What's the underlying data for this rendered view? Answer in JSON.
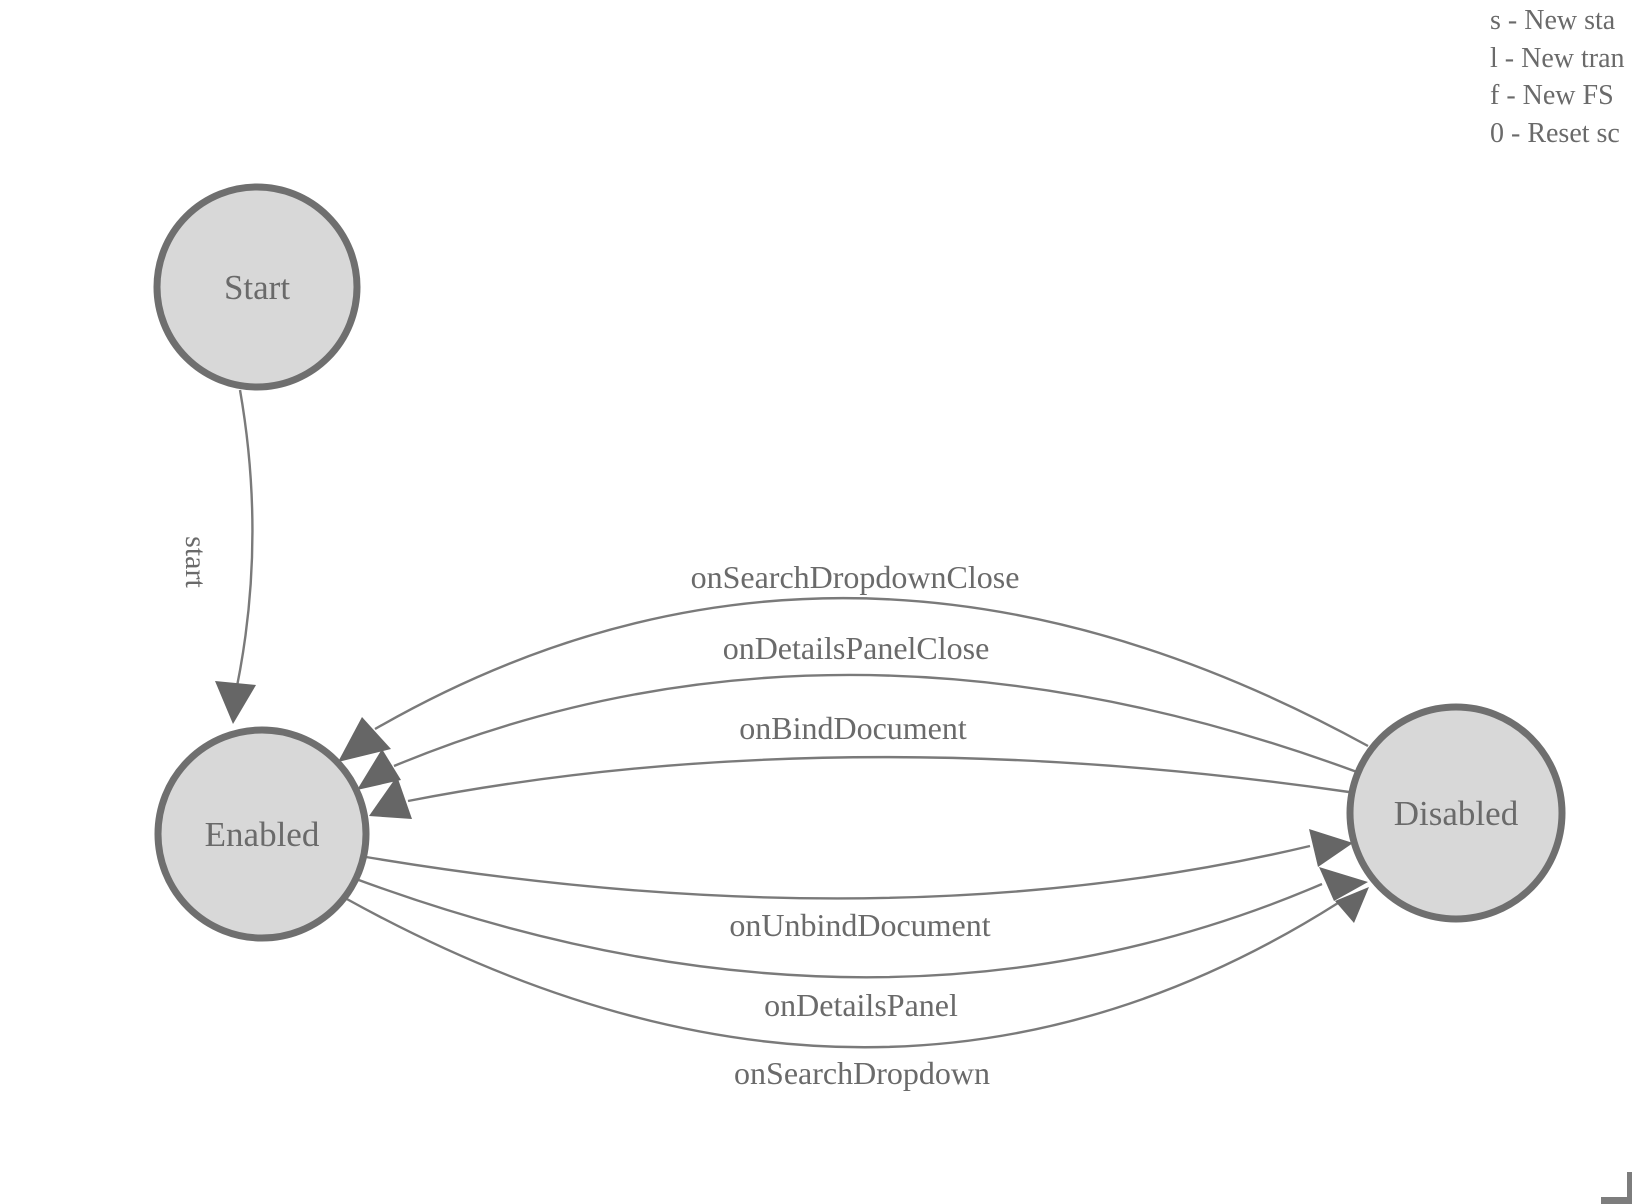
{
  "diagram": {
    "type": "fsm-state-diagram",
    "nodes": [
      {
        "id": "start",
        "label": "Start"
      },
      {
        "id": "enabled",
        "label": "Enabled"
      },
      {
        "id": "disabled",
        "label": "Disabled"
      }
    ],
    "transitions": [
      {
        "label": "start",
        "from": "Start",
        "to": "Enabled"
      },
      {
        "label": "onSearchDropdownClose",
        "from": "Disabled",
        "to": "Enabled"
      },
      {
        "label": "onDetailsPanelClose",
        "from": "Disabled",
        "to": "Enabled"
      },
      {
        "label": "onBindDocument",
        "from": "Disabled",
        "to": "Enabled"
      },
      {
        "label": "onUnbindDocument",
        "from": "Enabled",
        "to": "Disabled"
      },
      {
        "label": "onDetailsPanel",
        "from": "Enabled",
        "to": "Disabled"
      },
      {
        "label": "onSearchDropdown",
        "from": "Enabled",
        "to": "Disabled"
      }
    ]
  },
  "legend": {
    "lines": [
      "s - New sta",
      "l - New tran",
      "f - New FS",
      "0 - Reset sc"
    ]
  },
  "colors": {
    "background": "#ffffff",
    "node_fill": "#d8d8d8",
    "node_stroke": "#6f6f6f",
    "edge_stroke": "#7a7a7a",
    "arrow_fill": "#666666",
    "text": "#6a6a6a"
  }
}
